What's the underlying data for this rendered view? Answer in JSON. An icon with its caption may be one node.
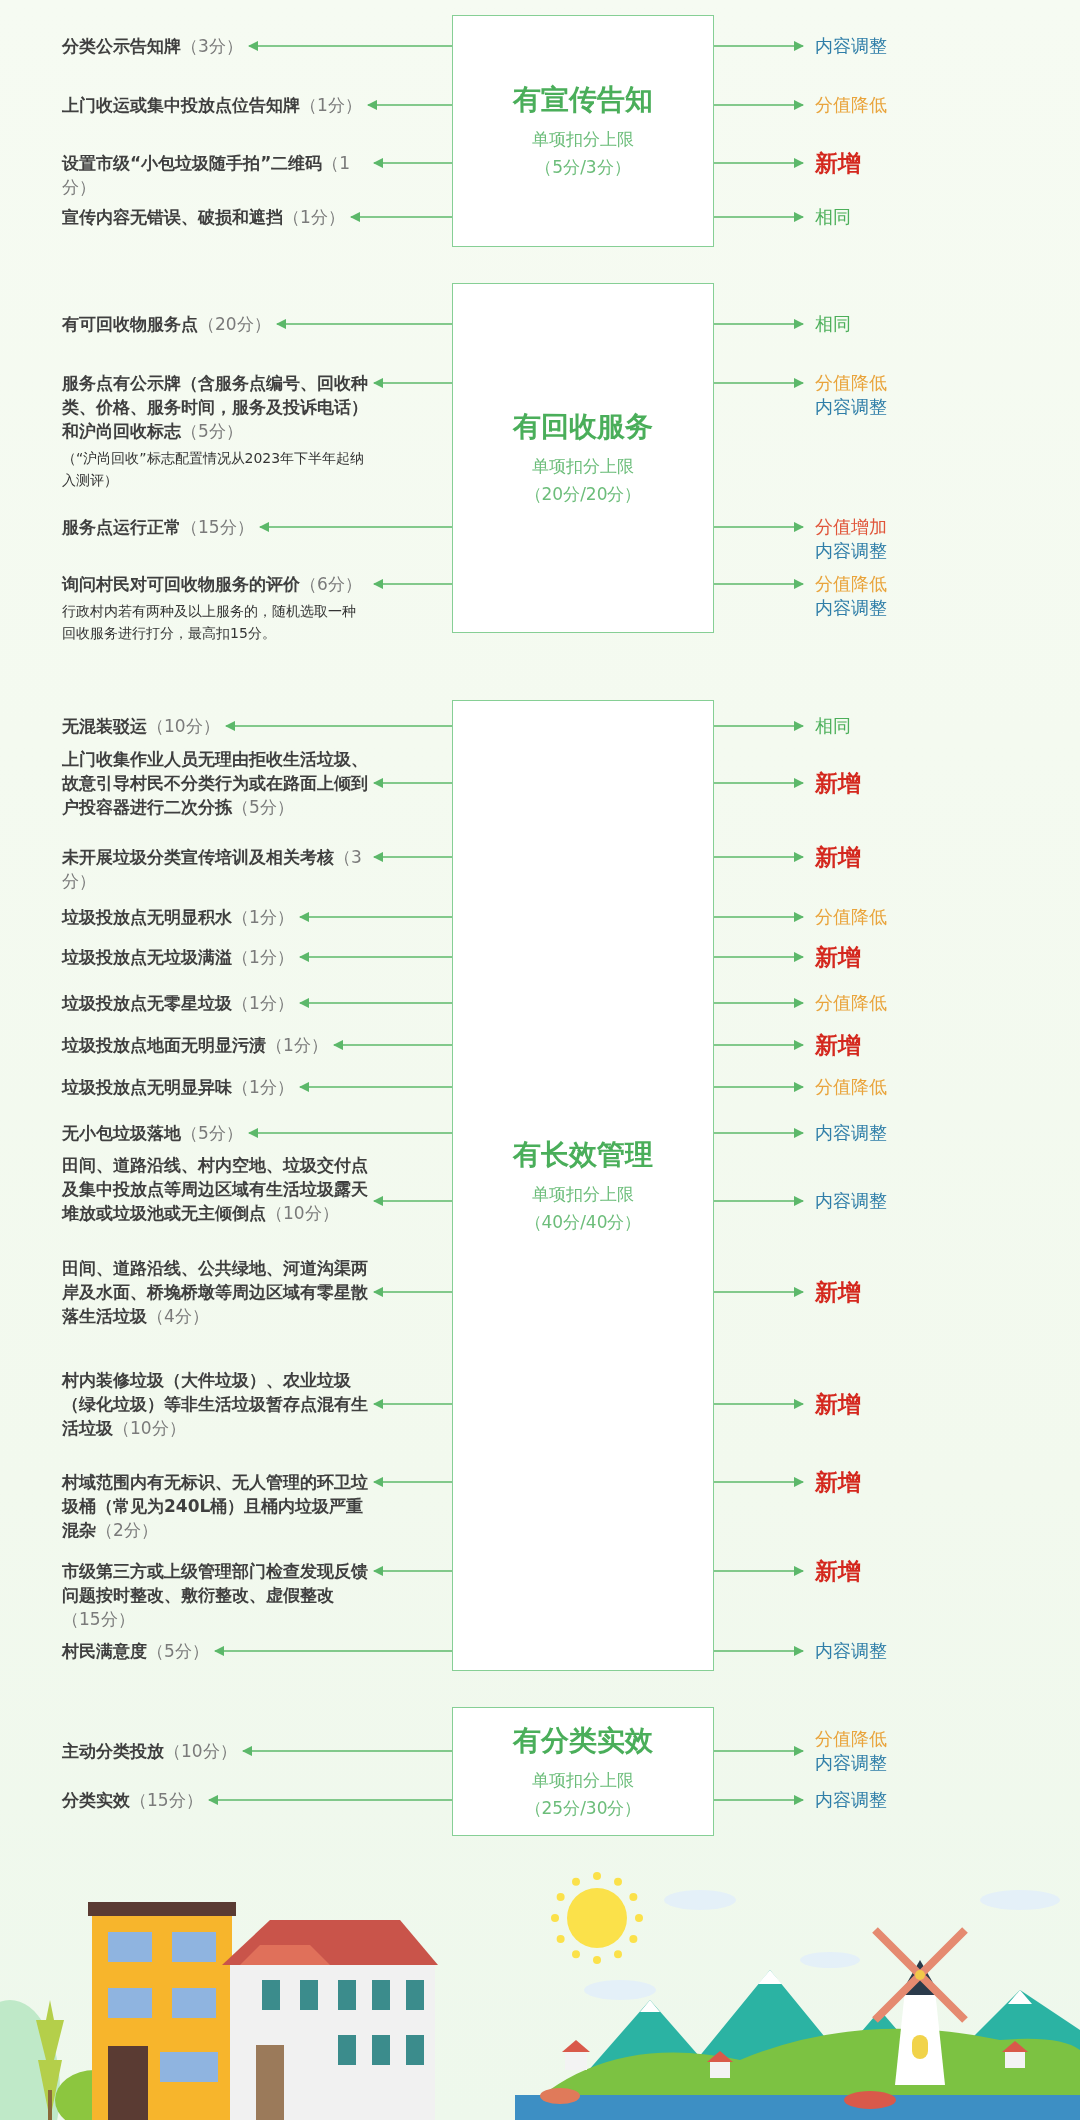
{
  "diagram": {
    "nodes": [
      {
        "text": [
          "有宣传告知",
          "单项扣分上限",
          "（5分/3分）"
        ]
      },
      {
        "text": [
          "**分类公示告知牌**（3分）"
        ]
      },
      {
        "text": [
          "内容调整"
        ]
      },
      {
        "text": [
          "**上门收运或集中投放点位告知牌**（1分）"
        ]
      },
      {
        "text": [
          "分值降低"
        ]
      },
      {
        "text": [
          "**设置市级“小包垃圾随手拍”二维码**（1分）"
        ]
      },
      {
        "text": [
          "新增"
        ]
      },
      {
        "text": [
          "**宣传内容无错误、破损和遮挡**（1分）"
        ]
      },
      {
        "text": [
          "相同"
        ]
      },
      {
        "text": [
          "有回收服务",
          "单项扣分上限",
          "（20分/20分）"
        ]
      },
      {
        "text": [
          "**有可回收物服务点**（20分）"
        ]
      },
      {
        "text": [
          "相同"
        ]
      },
      {
        "text": [
          "**服务点有公示牌（含服务点编号、回收种类、价格、服务时间，服务及投诉电话）和沪尚回收标志**（5分）",
          "（“沪尚回收”标志配置情况从2023年下半年起纳入测评）"
        ]
      },
      {
        "text": [
          "分值降低",
          "内容调整"
        ]
      },
      {
        "text": [
          "**服务点运行正常**（15分）"
        ]
      },
      {
        "text": [
          "分值增加",
          "内容调整"
        ]
      },
      {
        "text": [
          "**询问村民对可回收物服务的评价**（6分）",
          "行政村内若有两种及以上服务的，随机选取一种回收服务进行打分，最高扣15分。"
        ]
      },
      {
        "text": [
          "分值降低",
          "内容调整"
        ]
      },
      {
        "text": [
          "有长效管理",
          "单项扣分上限",
          "（40分/40分）"
        ]
      },
      {
        "text": [
          "**无混装驳运**（10分）"
        ]
      },
      {
        "text": [
          "相同"
        ]
      },
      {
        "text": [
          "**上门收集作业人员无理由拒收生活垃圾、故意引导村民不分类行为或在路面上倾到户投容器进行二次分拣**（5分）"
        ]
      },
      {
        "text": [
          "新增"
        ]
      },
      {
        "text": [
          "**未开展垃圾分类宣传培训及相关考核**（3分）"
        ]
      },
      {
        "text": [
          "新增"
        ]
      },
      {
        "text": [
          "**垃圾投放点无明显积水**（1分）"
        ]
      },
      {
        "text": [
          "分值降低"
        ]
      },
      {
        "text": [
          "**垃圾投放点无垃圾满溢**（1分）"
        ]
      },
      {
        "text": [
          "新增"
        ]
      },
      {
        "text": [
          "**垃圾投放点无零星垃圾**（1分）"
        ]
      },
      {
        "text": [
          "分值降低"
        ]
      },
      {
        "text": [
          "**垃圾投放点地面无明显污渍**（1分）"
        ]
      },
      {
        "text": [
          "新增"
        ]
      },
      {
        "text": [
          "**垃圾投放点无明显异味**（1分）"
        ]
      },
      {
        "text": [
          "分值降低"
        ]
      },
      {
        "text": [
          "**无小包垃圾落地**（5分）"
        ]
      },
      {
        "text": [
          "内容调整"
        ]
      },
      {
        "text": [
          "**田间、道路沿线、村内空地、垃圾交付点及集中投放点等周边区域有生活垃圾露天堆放或垃圾池或无主倾倒点**（10分）"
        ]
      },
      {
        "text": [
          "内容调整"
        ]
      },
      {
        "text": [
          "**田间、道路沿线、公共绿地、河道沟渠两岸及水面、桥堍桥墩等周边区域有零星散落生活垃圾**（4分）"
        ]
      },
      {
        "text": [
          "新增"
        ]
      },
      {
        "text": [
          "**村内装修垃圾（大件垃圾）、农业垃圾（绿化垃圾）等非生活垃圾暂存点混有生活垃圾**（10分）"
        ]
      },
      {
        "text": [
          "新增"
        ]
      },
      {
        "text": [
          "**村域范围内有无标识、无人管理的环卫垃圾桶（常见为240L桶）且桶内垃圾严重混杂**（2分）"
        ]
      },
      {
        "text": [
          "新增"
        ]
      },
      {
        "text": [
          "**市级第三方或上级管理部门检查发现反馈问题按时整改、敷衍整改、虚假整改**（15分）"
        ]
      },
      {
        "text": [
          "新增"
        ]
      },
      {
        "text": [
          "**村民满意度**（5分）"
        ]
      },
      {
        "text": [
          "内容调整"
        ]
      },
      {
        "text": [
          "有分类实效",
          "单项扣分上限",
          "（25分/30分）"
        ]
      },
      {
        "text": [
          "**主动分类投放**（10分）"
        ]
      },
      {
        "text": [
          "分值降低",
          "内容调整"
        ]
      },
      {
        "text": [
          "**分类实效**（15分）"
        ]
      },
      {
        "text": [
          "内容调整"
        ]
      }
    ],
    "edges": [
      {
        "from": 0,
        "to": 1,
        "arrow": "to"
      },
      {
        "from": 0,
        "to": 2,
        "arrow": "to"
      },
      {
        "from": 0,
        "to": 3,
        "arrow": "to"
      },
      {
        "from": 0,
        "to": 4,
        "arrow": "to"
      },
      {
        "from": 0,
        "to": 5,
        "arrow": "to"
      },
      {
        "from": 0,
        "to": 6,
        "arrow": "to"
      },
      {
        "from": 0,
        "to": 7,
        "arrow": "to"
      },
      {
        "from": 0,
        "to": 8,
        "arrow": "to"
      },
      {
        "from": 9,
        "to": 10,
        "arrow": "to"
      },
      {
        "from": 9,
        "to": 11,
        "arrow": "to"
      },
      {
        "from": 9,
        "to": 12,
        "arrow": "to"
      },
      {
        "from": 9,
        "to": 13,
        "arrow": "to"
      },
      {
        "from": 9,
        "to": 14,
        "arrow": "to"
      },
      {
        "from": 9,
        "to": 15,
        "arrow": "to"
      },
      {
        "from": 9,
        "to": 16,
        "arrow": "to"
      },
      {
        "from": 9,
        "to": 17,
        "arrow": "to"
      },
      {
        "from": 18,
        "to": 19,
        "arrow": "to"
      },
      {
        "from": 18,
        "to": 20,
        "arrow": "to"
      },
      {
        "from": 18,
        "to": 21,
        "arrow": "to"
      },
      {
        "from": 18,
        "to": 22,
        "arrow": "to"
      },
      {
        "from": 18,
        "to": 23,
        "arrow": "to"
      },
      {
        "from": 18,
        "to": 24,
        "arrow": "to"
      },
      {
        "from": 18,
        "to": 25,
        "arrow": "to"
      },
      {
        "from": 18,
        "to": 26,
        "arrow": "to"
      },
      {
        "from": 18,
        "to": 27,
        "arrow": "to"
      },
      {
        "from": 18,
        "to": 28,
        "arrow": "to"
      },
      {
        "from": 18,
        "to": 29,
        "arrow": "to"
      },
      {
        "from": 18,
        "to": 30,
        "arrow": "to"
      },
      {
        "from": 18,
        "to": 31,
        "arrow": "to"
      },
      {
        "from": 18,
        "to": 32,
        "arrow": "to"
      },
      {
        "from": 18,
        "to": 33,
        "arrow": "to"
      },
      {
        "from": 18,
        "to": 34,
        "arrow": "to"
      },
      {
        "from": 18,
        "to": 35,
        "arrow": "to"
      },
      {
        "from": 18,
        "to": 36,
        "arrow": "to"
      },
      {
        "from": 18,
        "to": 37,
        "arrow": "to"
      },
      {
        "from": 18,
        "to": 38,
        "arrow": "to"
      },
      {
        "from": 18,
        "to": 39,
        "arrow": "to"
      },
      {
        "from": 18,
        "to": 40,
        "arrow": "to"
      },
      {
        "from": 18,
        "to": 41,
        "arrow": "to"
      },
      {
        "from": 18,
        "to": 42,
        "arrow": "to"
      },
      {
        "from": 18,
        "to": 43,
        "arrow": "to"
      },
      {
        "from": 18,
        "to": 44,
        "arrow": "to"
      },
      {
        "from": 18,
        "to": 45,
        "arrow": "to"
      },
      {
        "from": 18,
        "to": 46,
        "arrow": "to"
      },
      {
        "from": 18,
        "to": 47,
        "arrow": "to"
      },
      {
        "from": 18,
        "to": 48,
        "arrow": "to"
      },
      {
        "from": 49,
        "to": 50,
        "arrow": "to"
      },
      {
        "from": 49,
        "to": 51,
        "arrow": "to"
      },
      {
        "from": 49,
        "to": 52,
        "arrow": "to"
      },
      {
        "from": 49,
        "to": 53,
        "arrow": "to"
      }
    ]
  }
}
